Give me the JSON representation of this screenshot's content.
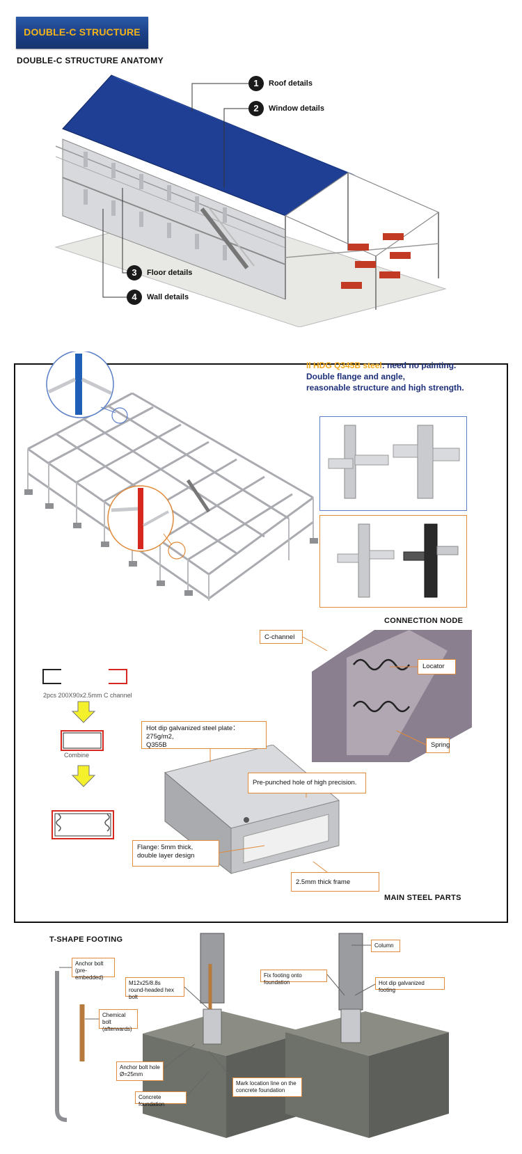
{
  "banner": {
    "title": "DOUBLE-C STRUCTURE"
  },
  "anatomy": {
    "heading": "DOUBLE-C STRUCTURE ANATOMY",
    "callouts": [
      {
        "num": "1",
        "label": "Roof details"
      },
      {
        "num": "2",
        "label": "Window details"
      },
      {
        "num": "3",
        "label": "Floor details"
      },
      {
        "num": "4",
        "label": "Wall details"
      }
    ]
  },
  "steel": {
    "feature_prefix": "II HDG Q345B steel",
    "feature_suffix": ": need no painting.",
    "feature_line2": "Double flange and angle,",
    "feature_line3": "reasonable structure and high strength.",
    "connection_label": "CONNECTION NODE",
    "main_parts_label": "MAIN STEEL PARTS",
    "channel_caption": "2pcs  200X90x2.5mm  C  channel",
    "combine_caption": "Combine",
    "labels": {
      "c_channel": "C-channel",
      "locator": "Locator",
      "spring": "Spring",
      "plate": "Hot dip galvanized  steel plate：275g/m2,\nQ355B",
      "hole": "Pre-punched hole  of high precision.",
      "flange": "Flange: 5mm thick,\ndouble layer design",
      "frame": "2.5mm  thick frame"
    },
    "colors": {
      "accent_orange": "#e08a3a",
      "blue_box": "#5a7fc8",
      "red_column": "#d6281e",
      "blue_column": "#1f5fb8"
    }
  },
  "footing": {
    "heading": "T-SHAPE FOOTING",
    "labels": {
      "anchor": "Anchor bolt\n(pre-embedded)",
      "chemical": "Chemical bolt\n(afterwards)",
      "hex": "M12x25/8.8s\nround-headed hex bolt",
      "hole": "Anchor bolt hole\nØ=25mm",
      "concrete": "Concrete foundation",
      "mark": "Mark location line on the\nconcrete foundation",
      "fix": "Fix footing onto foundation",
      "column": "Column",
      "hdg": "Hot dip galvanized footing"
    }
  }
}
